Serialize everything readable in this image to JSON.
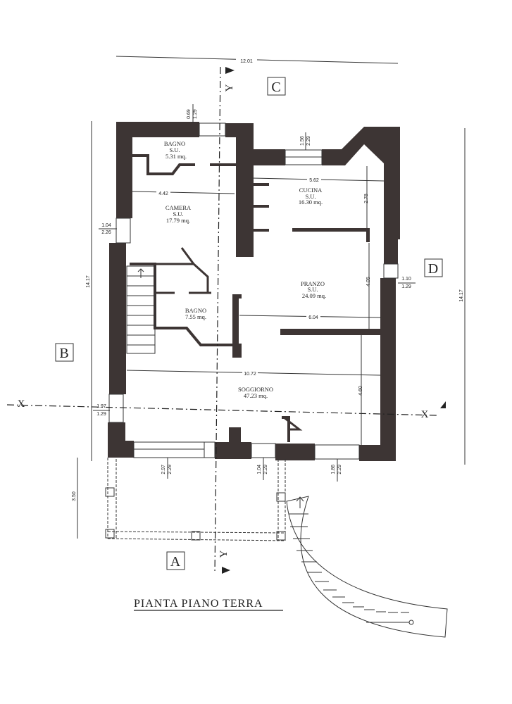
{
  "title": "PIANTA PIANO TERRA",
  "section_labels": {
    "a": "A",
    "b": "B",
    "c": "C",
    "d": "D"
  },
  "axis_labels": {
    "x_left": "X",
    "x_right": "X",
    "y_top": "Y",
    "y_bottom": "Y"
  },
  "rooms": [
    {
      "name": "BAGNO",
      "su": "S.U.",
      "area": "5.31  mq."
    },
    {
      "name": "CAMERA",
      "su": "S.U.",
      "area": "17.79  mq."
    },
    {
      "name": "CUCINA",
      "su": "S.U.",
      "area": "16.30  mq."
    },
    {
      "name": "PRANZO",
      "su": "S.U.",
      "area": "24.09  mq."
    },
    {
      "name": "BAGNO",
      "area": "7.55  mq."
    },
    {
      "name": "SOGGIORNO",
      "area": "47.23  mq."
    }
  ],
  "dimensions": {
    "overall_width": "12.01",
    "overall_depth_left": "14.17",
    "overall_depth_right": "14.17",
    "camera_width": "4.42",
    "cucina_width": "5.62",
    "cucina_depth": "2.78",
    "pranzo_width": "6.04",
    "pranzo_depth": "4.05",
    "soggiorno_width": "10.72",
    "soggiorno_depth": "4.60",
    "portico_depth": "3.50",
    "win_top_a": "0.69",
    "win_top_b": "1.29",
    "win_cucina_a": "1.56",
    "win_cucina_b": "2.29",
    "win_left_a": "1.04",
    "win_left_b": "2.26",
    "win_right_a": "1.10",
    "win_right_b": "1.29",
    "win_left2_a": "1.97",
    "win_left2_b": "1.29",
    "win_bot1_a": "2.97",
    "win_bot1_b": "2.29",
    "win_bot2_a": "1.04",
    "win_bot2_b": "2.29",
    "win_bot3_a": "1.86",
    "win_bot3_b": "2.29"
  }
}
